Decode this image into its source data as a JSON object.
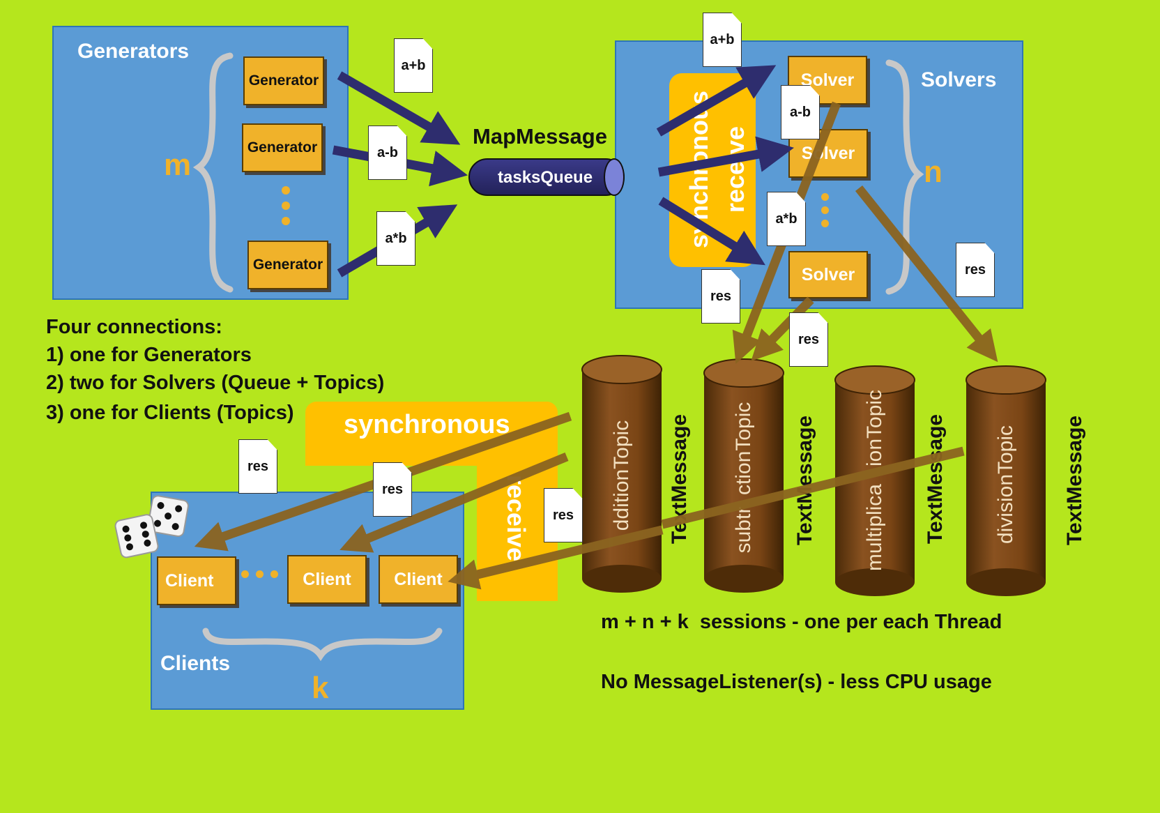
{
  "generators": {
    "title": "Generators",
    "count_label": "m",
    "items": [
      "Generator",
      "Generator",
      "Generator"
    ]
  },
  "solvers": {
    "title": "Solvers",
    "count_label": "n",
    "items": [
      "Solver",
      "Solver",
      "Solver"
    ]
  },
  "clients": {
    "title": "Clients",
    "count_label": "k",
    "items": [
      "Client",
      "Client",
      "Client"
    ]
  },
  "queue": {
    "message_type": "MapMessage",
    "name": "tasksQueue"
  },
  "sync_receive_solvers": [
    "synchronous",
    "receive"
  ],
  "sync_receive_clients": [
    "synchronous",
    "receive"
  ],
  "documents": {
    "gen_plus": "a+b",
    "gen_minus": "a-b",
    "gen_mul": "a*b",
    "sol_plus": "a+b",
    "sol_minus": "a-b",
    "sol_mul": "a*b",
    "res_solver_left": "res",
    "res_solver_mid": "res",
    "res_solver_right": "res",
    "res_client_1": "res",
    "res_client_2": "res",
    "res_client_3": "res"
  },
  "topics": [
    {
      "name": "additionTopic",
      "shown": "dditionTopic",
      "message": "TextMessage"
    },
    {
      "name": "subtractionTopic",
      "shown": "subtr  ctionTopic",
      "message": "TextMessage"
    },
    {
      "name": "multiplicationTopic",
      "shown": "multiplica   ionTopic",
      "message": "TextMessage"
    },
    {
      "name": "divisionTopic",
      "shown": "divisionTopic",
      "message": "TextMessage"
    }
  ],
  "connections": {
    "heading": "Four connections:",
    "lines": [
      "1) one for Generators",
      "2) two for Solvers (Queue + Topics)",
      "3) one for Clients (Topics)"
    ]
  },
  "notes": {
    "sessions": "m + n + k  sessions - one per each Thread",
    "listeners": "No MessageListener(s) - less CPU usage"
  },
  "colors": {
    "background": "#b5e61d",
    "panel": "#5b9bd5",
    "box": "#f0b22a",
    "arrow_dark": "#2e2d6e",
    "arrow_brown": "#8b6420",
    "topic": "#7b4a1a"
  }
}
